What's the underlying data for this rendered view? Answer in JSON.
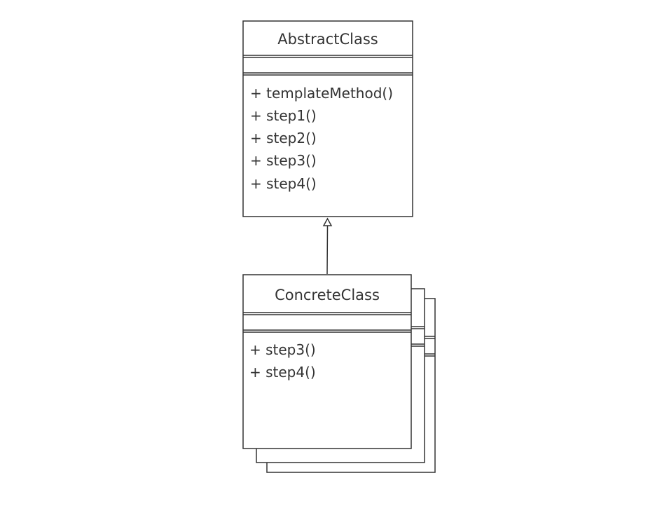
{
  "diagram": {
    "abstract_class": {
      "name": "AbstractClass",
      "attributes": [],
      "methods": [
        "+ templateMethod()",
        "+ step1()",
        "+ step2()",
        "+ step3()",
        "+ step4()"
      ]
    },
    "concrete_class": {
      "name": "ConcreteClass",
      "attributes": [],
      "methods": [
        "+ step3()",
        "+ step4()"
      ],
      "stacked_copies": 3
    },
    "relationship": "inheritance",
    "colors": {
      "stroke": "#333333",
      "text": "#333333",
      "background": "#ffffff"
    }
  }
}
